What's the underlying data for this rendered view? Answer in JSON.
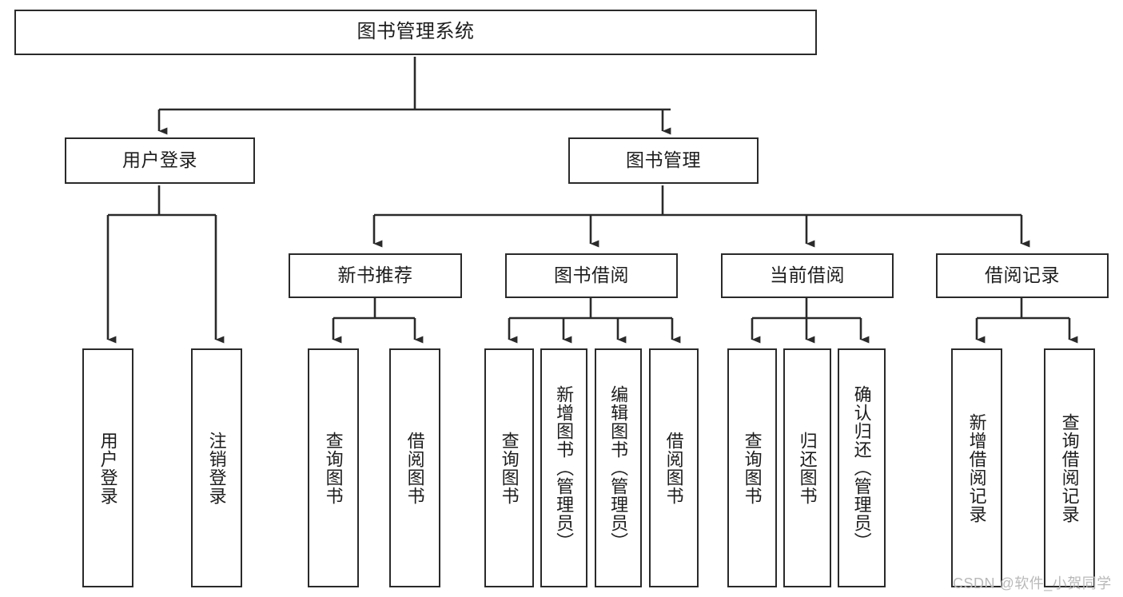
{
  "diagram": {
    "title": "图书管理系统",
    "type": "tree-hierarchy-chart",
    "colors": {
      "border": "#2a2a2a",
      "background": "#ffffff",
      "text": "#1d1d1d",
      "watermark": "#b9b9b9"
    }
  },
  "nodes": {
    "root": {
      "label": "图书管理系统"
    },
    "level2": [
      {
        "label": "用户登录"
      },
      {
        "label": "图书管理"
      }
    ],
    "level3": [
      {
        "label": "新书推荐"
      },
      {
        "label": "图书借阅"
      },
      {
        "label": "当前借阅"
      },
      {
        "label": "借阅记录"
      }
    ],
    "leaves": {
      "user_login": [
        {
          "label": "用户登录"
        },
        {
          "label": "注销登录"
        }
      ],
      "new_book_recommend": [
        {
          "label": "查询图书"
        },
        {
          "label": "借阅图书"
        }
      ],
      "book_borrow": [
        {
          "label": "查询图书"
        },
        {
          "label": "新增图书（管理员）"
        },
        {
          "label": "编辑图书（管理员）"
        },
        {
          "label": "借阅图书"
        }
      ],
      "current_borrow": [
        {
          "label": "查询图书"
        },
        {
          "label": "归还图书"
        },
        {
          "label": "确认归还（管理员）"
        }
      ],
      "borrow_records": [
        {
          "label": "新增借阅记录"
        },
        {
          "label": "查询借阅记录"
        }
      ]
    }
  },
  "watermark": {
    "text": "CSDN @软件_小贺同学"
  }
}
